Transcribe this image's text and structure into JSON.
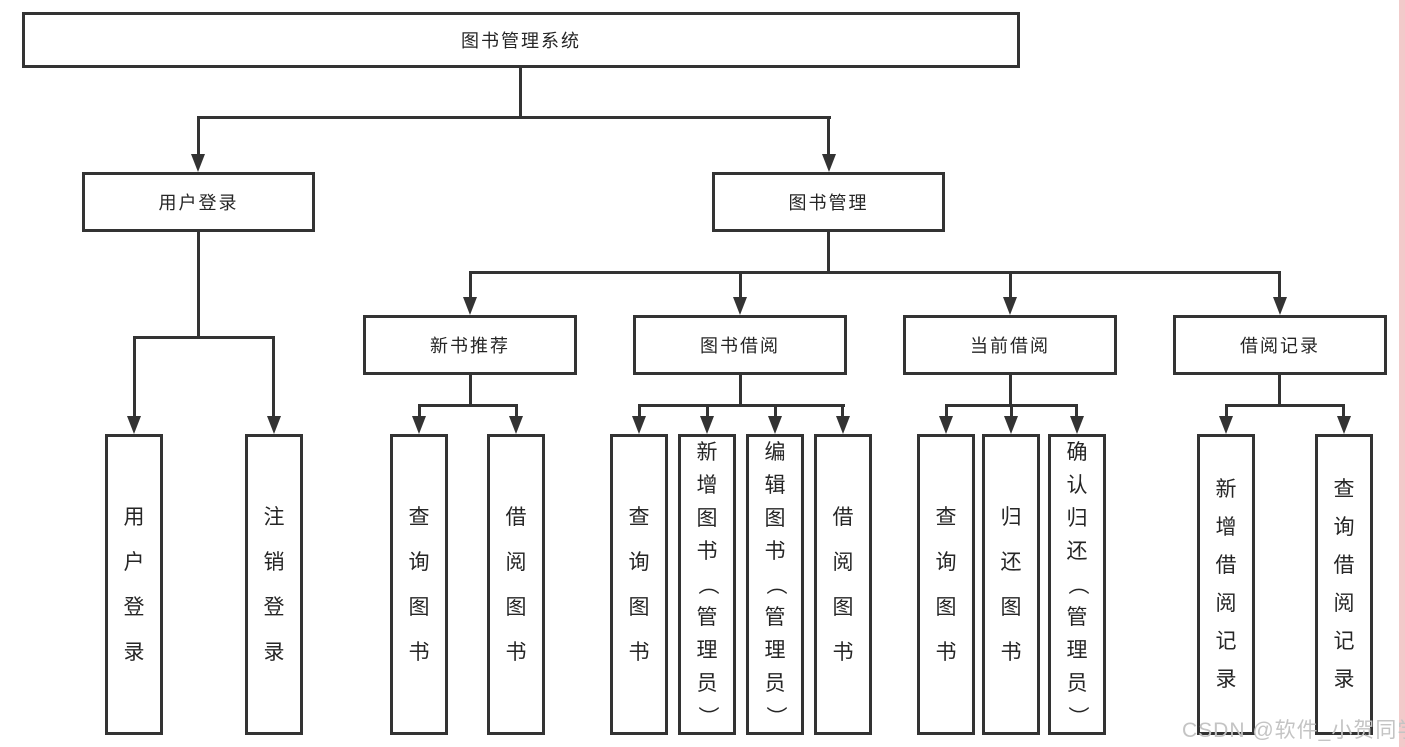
{
  "tree": {
    "root": "图书管理系统",
    "level2": [
      "用户登录",
      "图书管理"
    ],
    "level3": [
      "新书推荐",
      "图书借阅",
      "当前借阅",
      "借阅记录"
    ],
    "leaves_user_login": [
      "用户登录",
      "注销登录"
    ],
    "leaves_new_book": [
      "查询图书",
      "借阅图书"
    ],
    "leaves_book_borrow": [
      "查询图书",
      "新增图书（管理员）",
      "编辑图书（管理员）",
      "借阅图书"
    ],
    "leaves_current_borrow": [
      "查询图书",
      "归还图书",
      "确认归还（管理员）"
    ],
    "leaves_borrow_record": [
      "新增借阅记录",
      "查询借阅记录"
    ]
  },
  "watermark": {
    "text": "CSDN @软件_小贺同学",
    "color": "#c4c4c4"
  },
  "colors": {
    "line": "#333333",
    "box_border": "#333333",
    "text": "#262626",
    "background": "#ffffff",
    "right_edge_strip": "#f2caca"
  }
}
